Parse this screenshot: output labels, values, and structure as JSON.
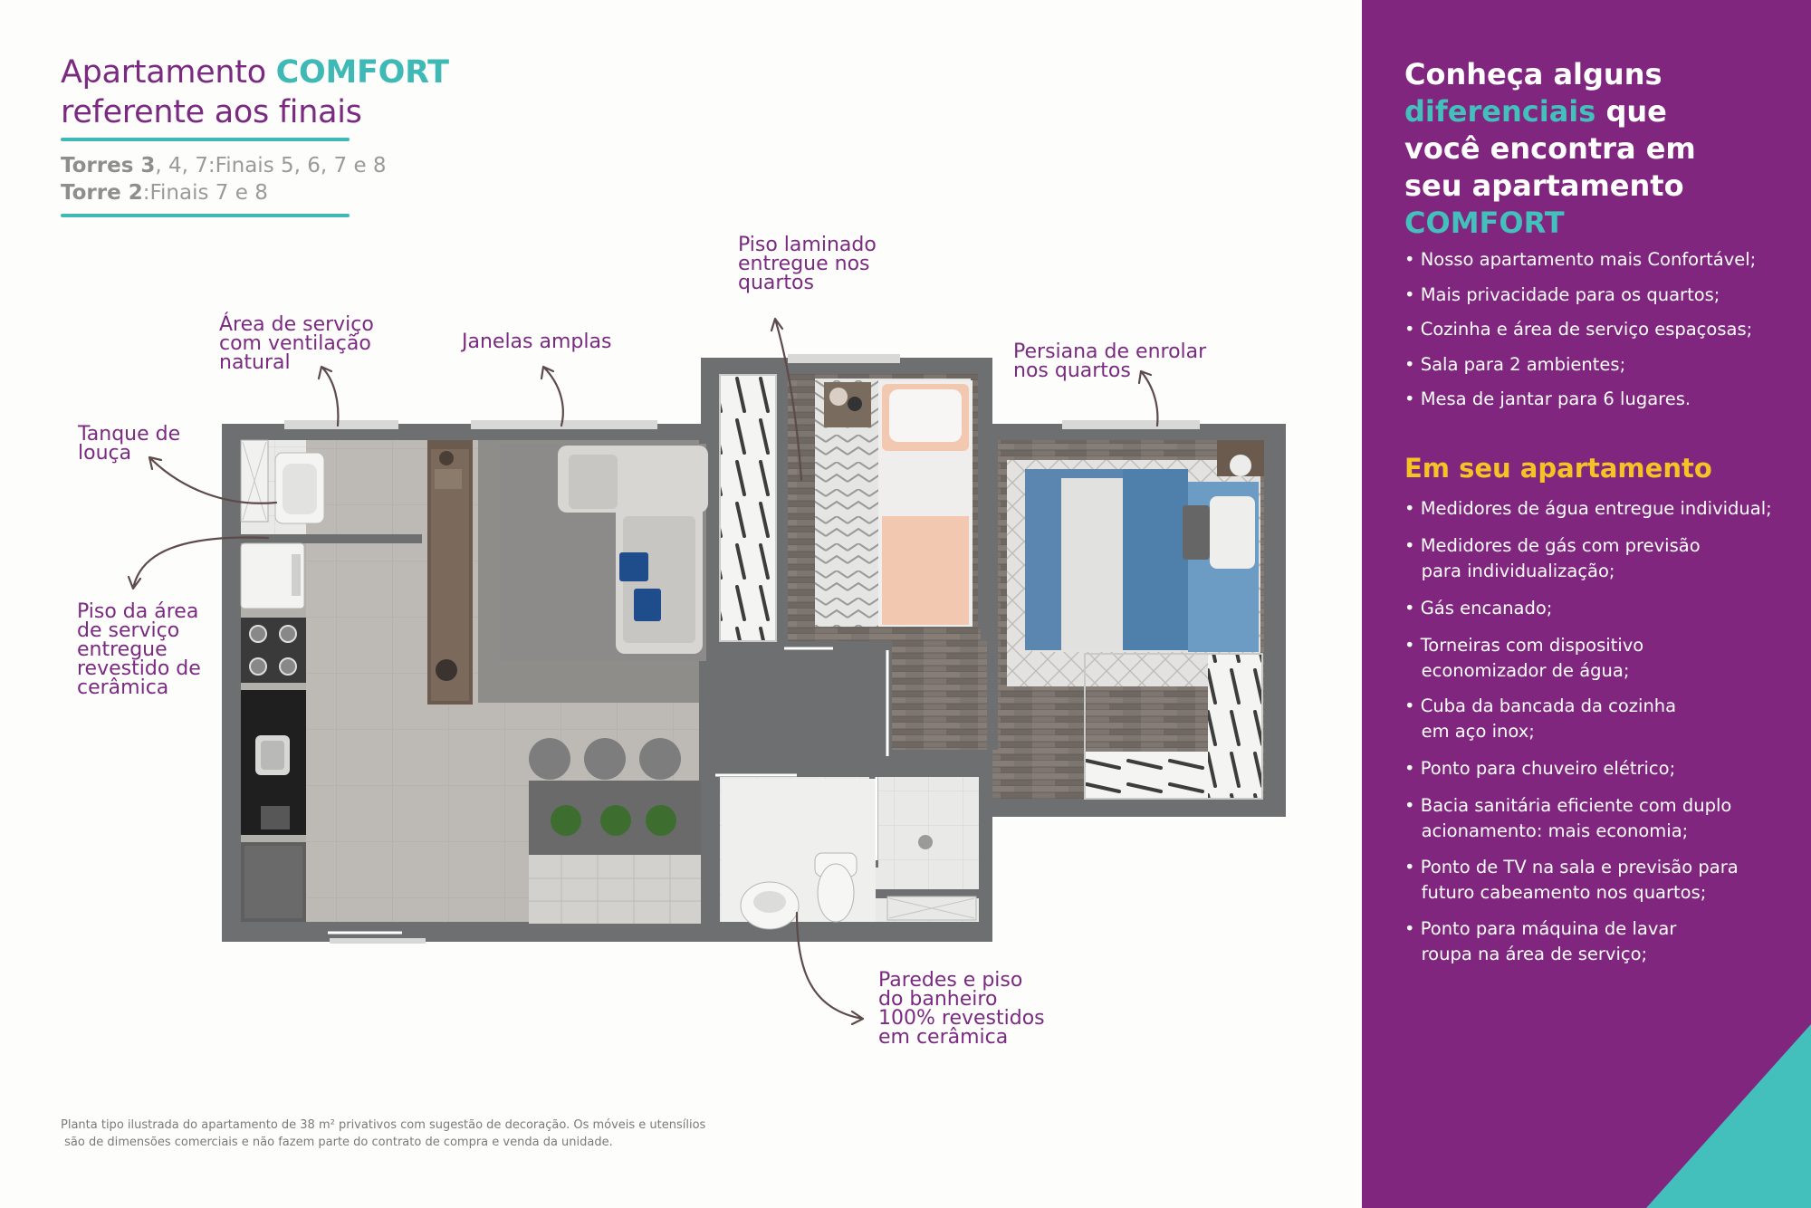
{
  "header": {
    "title_line1_prefix": "Apartamento ",
    "title_line1_highlight": "COMFORT",
    "title_line2": "referente aos finais",
    "towers_line1_bold": "Torres 3",
    "towers_line1_rest": ", 4, 7:Finais 5, 6, 7 e 8",
    "towers_line2_bold": "Torre 2",
    "towers_line2_rest": ":Finais 7 e 8"
  },
  "callouts": {
    "area_servico": [
      "Área de serviço",
      "com ventilação",
      "natural"
    ],
    "janelas": [
      "Janelas amplas"
    ],
    "piso_laminado": [
      "Piso laminado",
      "entregue nos",
      "quartos"
    ],
    "persiana": [
      "Persiana de enrolar",
      "nos quartos"
    ],
    "tanque": [
      "Tanque de",
      "louça"
    ],
    "piso_area": [
      "Piso da área",
      "de serviço",
      "entregue",
      "revestido de",
      "cerâmica"
    ],
    "banheiro": [
      "Paredes e piso",
      "do banheiro",
      "100% revestidos",
      "em cerâmica"
    ]
  },
  "footnote": {
    "line1": "Planta tipo ilustrada do apartamento de 38 m² privativos com sugestão de decoração. Os móveis e utensílios",
    "line2": " são de dimensões comerciais e não fazem parte do contrato de compra e venda da unidade."
  },
  "panel": {
    "title_line1": "Conheça alguns",
    "title_line2_highlight": "diferenciais",
    "title_line2_rest": " que",
    "title_line3": "você encontra em",
    "title_line4": "seu apartamento",
    "title_line5_highlight": "COMFORT",
    "features": [
      "• Nosso apartamento mais Confortável;",
      "• Mais privacidade para os quartos;",
      "• Cozinha e área de serviço espaçosas;",
      "• Sala para 2 ambientes;",
      "• Mesa de jantar para 6 lugares."
    ],
    "section2_title": "Em seu apartamento",
    "items": [
      "• Medidores de água entregue individual;",
      "• Medidores de gás com previsão",
      "   para individualização;",
      "• Gás encanado;",
      "• Torneiras com dispositivo",
      "   economizador de água;",
      "• Cuba da bancada da cozinha",
      "   em aço inox;",
      "• Ponto para chuveiro elétrico;",
      "• Bacia sanitária eficiente com duplo",
      "   acionamento: mais economia;",
      "• Ponto de TV na sala e previsão para",
      "   futuro cabeamento nos quartos;",
      "• Ponto para máquina de lavar",
      "   roupa na área de serviço;"
    ]
  },
  "colors": {
    "purple": "#80267f",
    "teal": "#43c0bc",
    "yellow": "#f6c324",
    "wall": "#6e6f71"
  }
}
